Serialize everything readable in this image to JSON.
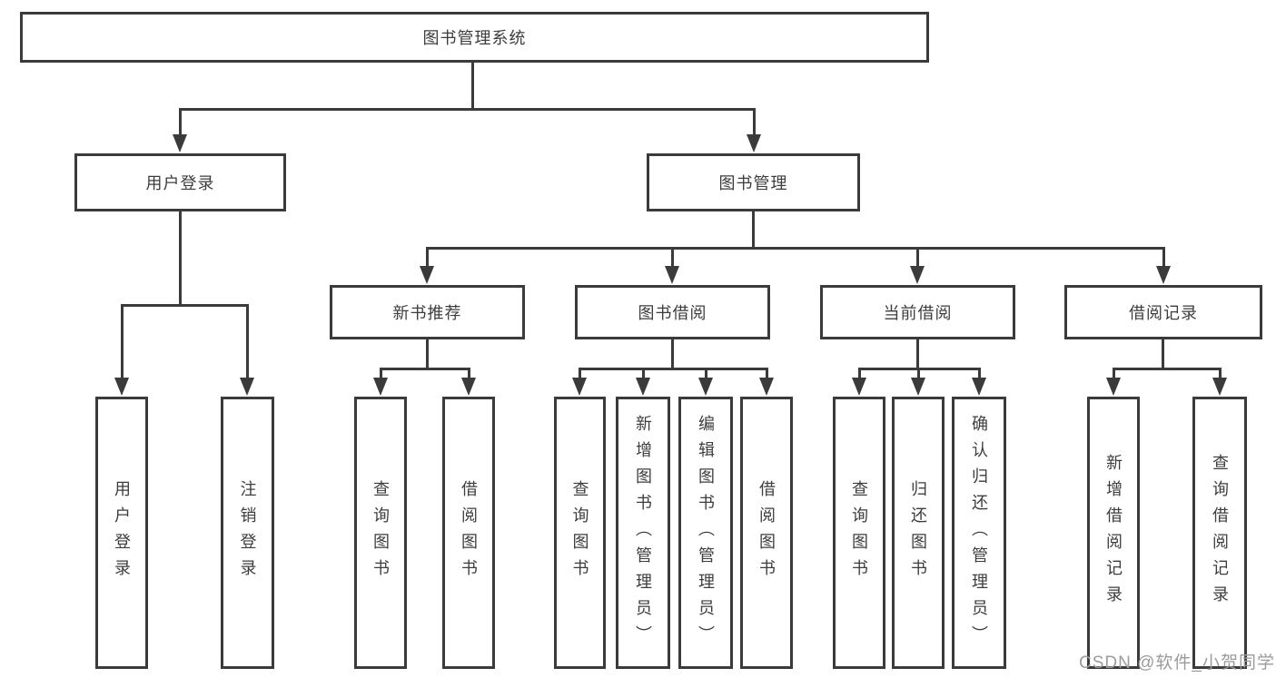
{
  "nodes": {
    "root": "图书管理系统",
    "level2": {
      "user_login": "用户登录",
      "book_management": "图书管理"
    },
    "level3": {
      "new_book_recommend": "新书推荐",
      "book_borrowing": "图书借阅",
      "current_borrowing": "当前借阅",
      "borrowing_records": "借阅记录"
    },
    "leaves": {
      "user_login_group": [
        "用户登录",
        "注销登录"
      ],
      "new_book_recommend_group": [
        "查询图书",
        "借阅图书"
      ],
      "book_borrowing_group": [
        "查询图书",
        "新增图书（管理员）",
        "编辑图书（管理员）",
        "借阅图书"
      ],
      "current_borrowing_group": [
        "查询图书",
        "归还图书",
        "确认归还（管理员）"
      ],
      "borrowing_records_group": [
        "新增借阅记录",
        "查询借阅记录"
      ]
    }
  },
  "watermark": "CSDN @软件_小贺同学",
  "colors": {
    "line": "#3b3b3b",
    "text": "#3d3d3d",
    "background": "#ffffff",
    "watermark": "#9b9b9b"
  }
}
